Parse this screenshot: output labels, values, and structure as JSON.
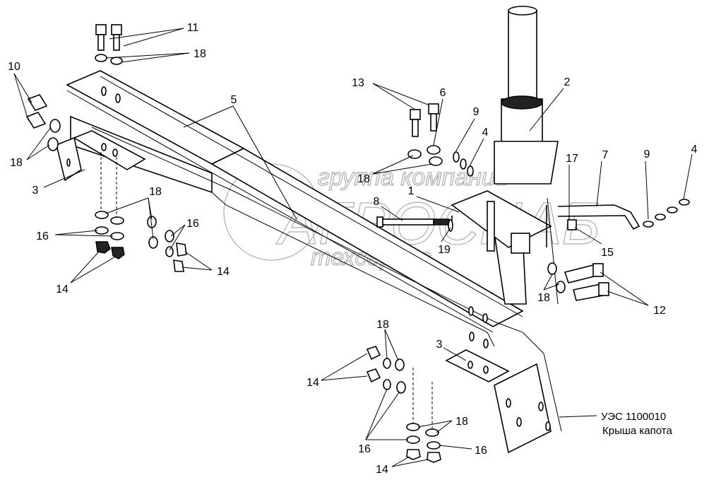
{
  "callouts": [
    "11",
    "18",
    "10",
    "18",
    "5",
    "3",
    "18",
    "16",
    "16",
    "14",
    "14",
    "13",
    "6",
    "9",
    "4",
    "2",
    "18",
    "1",
    "8",
    "19",
    "17",
    "7",
    "9",
    "4",
    "15",
    "12",
    "18",
    "3",
    "18",
    "14",
    "16",
    "18",
    "16",
    "14"
  ],
  "caption": {
    "code": "УЭС 1100010",
    "name": "Крыша капота"
  },
  "watermark": {
    "line1": "группа компаний",
    "line2": "АГРОСНАБ",
    "line3": "техсервис"
  }
}
